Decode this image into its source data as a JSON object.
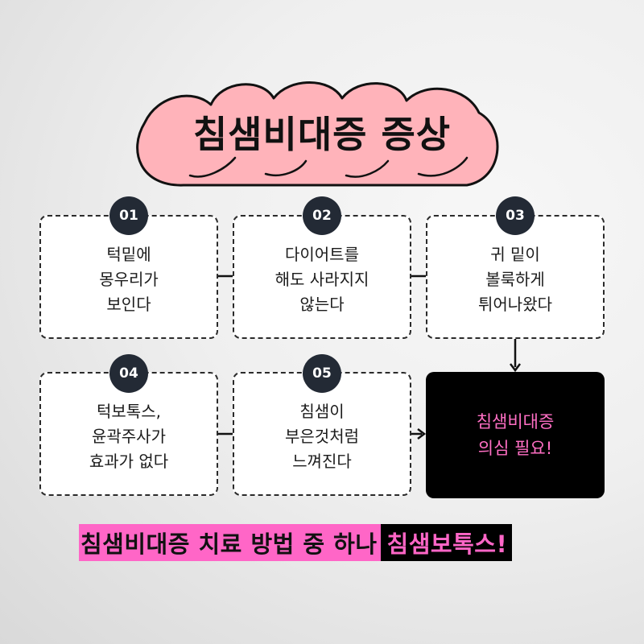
{
  "title": "침샘비대증 증상",
  "colors": {
    "cloud_fill": "#ffb3ba",
    "badge_bg": "#232a35",
    "accent_pink": "#ff66c7",
    "result_bg": "#000000"
  },
  "steps": [
    {
      "number": "01",
      "text": "턱밑에\n몽우리가\n보인다"
    },
    {
      "number": "02",
      "text": "다이어트를\n해도 사라지지\n않는다"
    },
    {
      "number": "03",
      "text": "귀 밑이\n볼룩하게\n튀어나왔다"
    },
    {
      "number": "04",
      "text": "턱보톡스,\n윤곽주사가\n효과가 없다"
    },
    {
      "number": "05",
      "text": "침샘이\n부은것처럼\n느껴진다"
    }
  ],
  "result": {
    "text": "침샘비대증\n의심 필요!"
  },
  "footer": {
    "part1": "침샘비대증 치료 방법 중 하나",
    "part2": "침샘보톡스!"
  }
}
